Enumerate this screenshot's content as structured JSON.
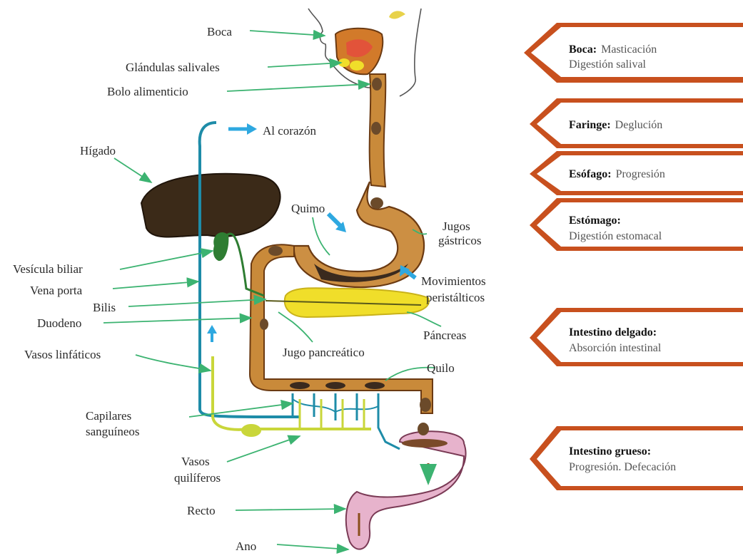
{
  "labels": {
    "boca": "Boca",
    "glandulas": "Glándulas salivales",
    "bolo": "Bolo alimenticio",
    "corazon": "Al corazón",
    "higado": "Hígado",
    "quimo": "Quimo",
    "jugos_1": "Jugos",
    "jugos_2": "gástricos",
    "vesicula": "Vesícula biliar",
    "vena": "Vena porta",
    "bilis": "Bilis",
    "duodeno": "Duodeno",
    "movimientos_1": "Movimientos",
    "movimientos_2": "peristálticos",
    "pancreas": "Páncreas",
    "jugo_pancreatico": "Jugo pancreático",
    "vasos_linfaticos": "Vasos linfáticos",
    "quilo": "Quilo",
    "capilares_1": "Capilares",
    "capilares_2": "sanguíneos",
    "quiliferos_1": "Vasos",
    "quiliferos_2": "quilíferos",
    "recto": "Recto",
    "ano": "Ano"
  },
  "stages": [
    {
      "name": "Boca:",
      "text1": "Masticación",
      "text2": "Digestión salival"
    },
    {
      "name": "Faringe:",
      "text1": "Deglución",
      "text2": ""
    },
    {
      "name": "Esófago:",
      "text1": "Progresión",
      "text2": ""
    },
    {
      "name": "Estómago:",
      "text1": "",
      "text2": "Digestión estomacal"
    },
    {
      "name": "Intestino delgado:",
      "text1": "",
      "text2": "Absorción intestinal"
    },
    {
      "name": "Intestino grueso:",
      "text1": "",
      "text2": "Progresión. Defecación"
    }
  ],
  "colors": {
    "pointer": "#3cb371",
    "tract": "#c98a3a",
    "tract_dark": "#8a4e1c",
    "liver": "#3b2a18",
    "pancreas": "#f0de2a",
    "vein": "#1e8ca8",
    "lymph": "#c9d63a",
    "colon": "#e7b3cc",
    "stage_border": "#c8501e",
    "arrow_blue": "#2ea8e0"
  }
}
